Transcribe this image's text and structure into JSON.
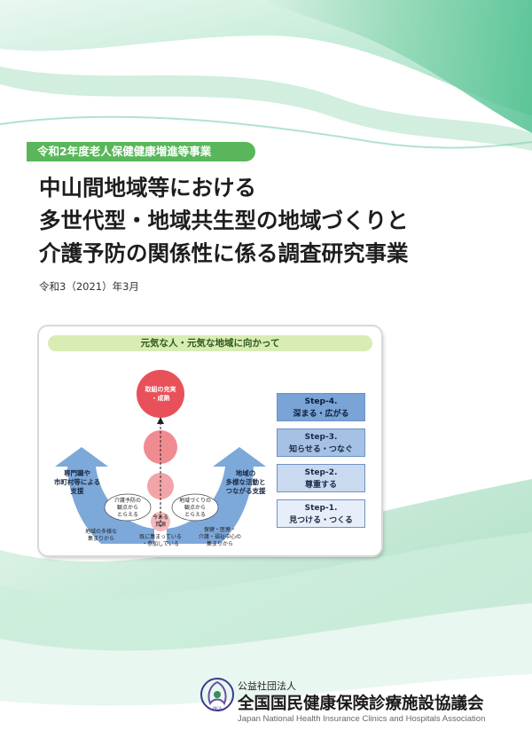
{
  "cover": {
    "program_tag": "令和2年度老人保健健康増進等事業",
    "title_lines": [
      "中山間地域等における",
      "多世代型・地域共生型の地域づくりと",
      "介護予防の関係性に係る調査研究事業"
    ],
    "date": "令和3（2021）年3月"
  },
  "diagram": {
    "banner": "元気な人・元気な地域に向かって",
    "top_circle": [
      "取組の充実",
      "・成熟"
    ],
    "bottom_circle": [
      "今ある",
      "資源"
    ],
    "left_arrow": [
      "専門職や",
      "市町村等による",
      "支援"
    ],
    "right_arrow": [
      "地域の",
      "多様な活動と",
      "つながる支援"
    ],
    "left_bubble": [
      "介護予防の",
      "観点から",
      "とらえる"
    ],
    "right_bubble": [
      "地域づくりの",
      "観点から",
      "とらえる"
    ],
    "left_base": [
      "地域の多様な",
      "集まりから"
    ],
    "center_base": [
      "既に集まっている",
      "・参加している"
    ],
    "right_base": [
      "保健・医療・",
      "介護・福祉中心の",
      "集まりから"
    ],
    "steps": [
      {
        "num": "Step-4.",
        "text": "深まる・広がる"
      },
      {
        "num": "Step-3.",
        "text": "知らせる・つなぐ"
      },
      {
        "num": "Step-2.",
        "text": "尊重する"
      },
      {
        "num": "Step-1.",
        "text": "見つける・つくる"
      }
    ]
  },
  "publisher": {
    "type": "公益社団法人",
    "name": "全国国民健康保険診療施設協議会",
    "name_en": "Japan National Health Insurance Clinics and Hospitals Association",
    "logo_text": "JNCA"
  },
  "colors": {
    "green_accent": "#5ab65a",
    "banner_green": "#d8ecb4",
    "arrow_blue": "#6f9fd6",
    "circle_red": "#e8505a",
    "step_border": "#6d93c6"
  }
}
